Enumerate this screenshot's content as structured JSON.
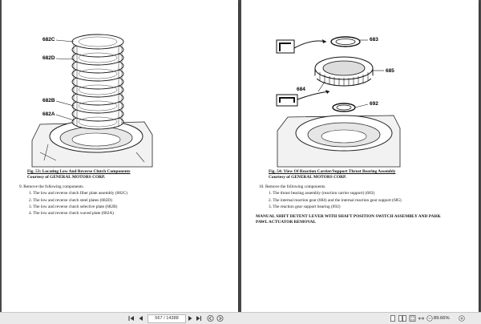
{
  "left_page": {
    "callouts": [
      "682C",
      "682D",
      "682B",
      "682A"
    ],
    "caption_title": "Fig. 53: Locating Low And Reverse Clutch Components",
    "caption_credit": "Courtesy of GENERAL MOTORS CORP.",
    "step": "9.  Remove the following components.",
    "items": [
      "1.  The low and reverse clutch fiber plate assembly (682C)",
      "2.  The low and reverse clutch steel plates (682D)",
      "3.  The low and reverse clutch selective plate (682B)",
      "4.  The low and reverse clutch waved plate (682A)"
    ]
  },
  "right_page": {
    "callouts": [
      "683",
      "685",
      "684",
      "692"
    ],
    "caption_title": "Fig. 54: View Of Reaction Carrier/Support Thrust Bearing Assembly",
    "caption_credit": "Courtesy of GENERAL MOTORS CORP.",
    "step": "10.  Remove the following components.",
    "items": [
      "1.  The thrust bearing assembly (reaction carrier support) (683)",
      "2.  The internal reaction gear (684) and the internal reaction gear support (685)",
      "3.  The reaction gear support bearing (692)"
    ],
    "heading_line1": "MANUAL SHIFT DETENT LEVER WITH SHAFT POSITION SWITCH ASSEMBLY AND PARK",
    "heading_line2": "PAWL ACTUATOR REMOVAL"
  },
  "toolbar": {
    "page_indicator": "567 / 14388",
    "zoom": "89.66%",
    "icons": [
      "first-page-icon",
      "prev-page-icon",
      "next-page-icon",
      "last-page-icon",
      "back-icon",
      "forward-icon",
      "single-page-icon",
      "two-page-icon",
      "zoom-out-icon",
      "zoom-in-icon",
      "fit-page-icon",
      "fit-width-icon"
    ]
  }
}
